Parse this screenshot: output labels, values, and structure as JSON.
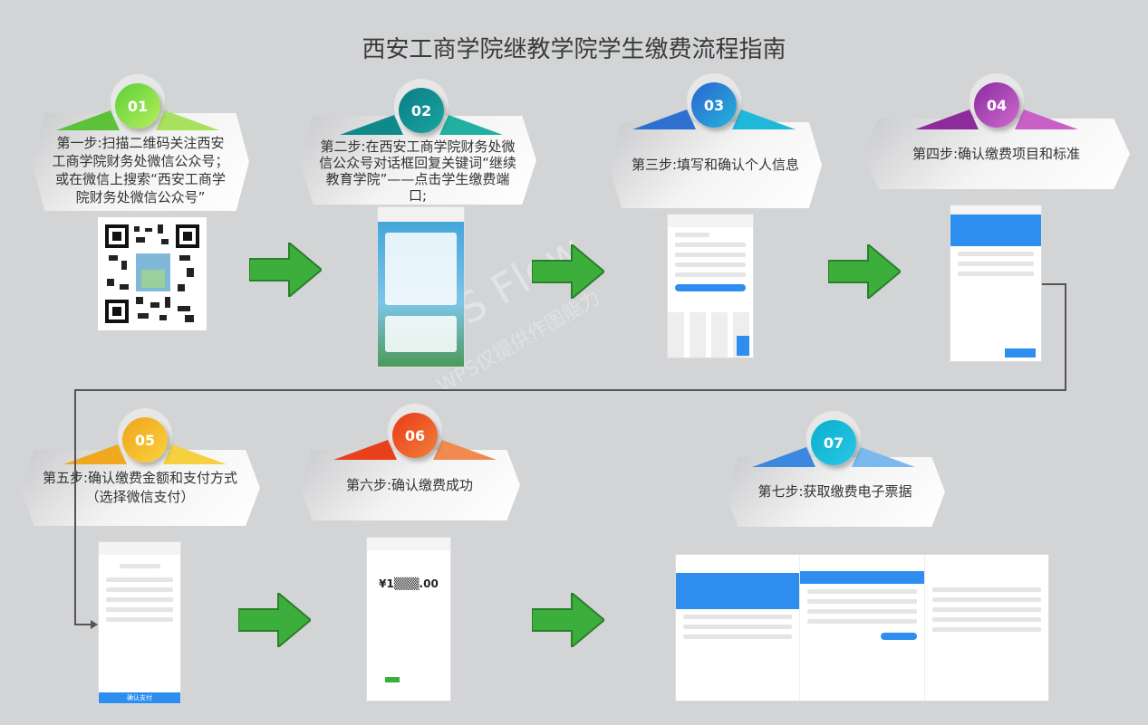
{
  "title": "西安工商学院继教学院学生缴费流程指南",
  "watermark": {
    "main": "WPS Flow",
    "sub": "WPS仅提供作图能力"
  },
  "steps": [
    {
      "num": "01",
      "text": "第一步:扫描二维码关注西安工商学院财务处微信公众号；或在微信上搜索“西安工商学院财务处微信公众号”",
      "color": "#7cd84a"
    },
    {
      "num": "02",
      "text": "第二步:在西安工商学院财务处微信公众号对话框回复关键词“继续教育学院”——点击学生缴费端口;",
      "color": "#128f8f"
    },
    {
      "num": "03",
      "text": "第三步:填写和确认个人信息",
      "color": "#2a8fd6"
    },
    {
      "num": "04",
      "text": "第四步:确认缴费项目和标准",
      "color": "#a63ab0"
    },
    {
      "num": "05",
      "text": "第五步:确认缴费金额和支付方式（选择微信支付）",
      "color": "#f2b323"
    },
    {
      "num": "06",
      "text": "第六步:确认缴费成功",
      "color": "#f25a22"
    },
    {
      "num": "07",
      "text": "第七步:获取缴费电子票据",
      "color": "#1ab8d6"
    }
  ],
  "phones": {
    "pay_amount": "¥1▒▒▒.00",
    "confirm": "确认支付"
  },
  "arrow_color": "#3cae3c"
}
